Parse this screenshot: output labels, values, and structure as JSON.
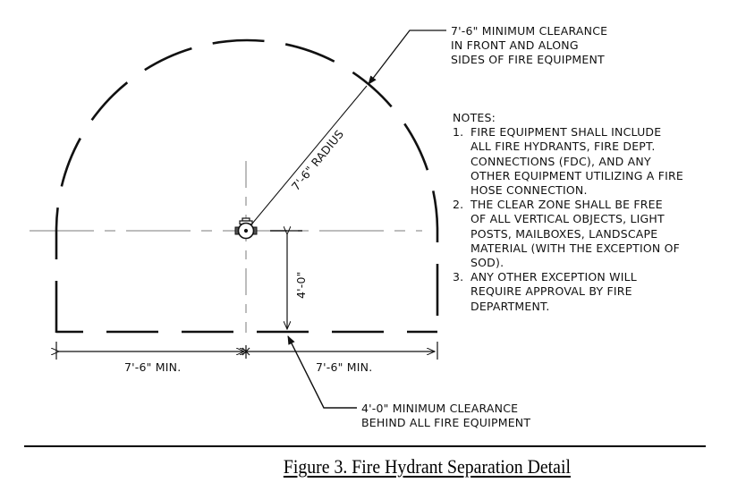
{
  "figure": {
    "caption": "Figure 3. Fire Hydrant Separation Detail",
    "colors": {
      "line": "#111111",
      "centerline": "#bdbdbd",
      "text": "#111111"
    }
  },
  "callouts": {
    "front_clearance": [
      "7'-6\" MINIMUM CLEARANCE",
      "IN FRONT AND ALONG",
      "SIDES OF FIRE EQUIPMENT"
    ],
    "rear_clearance": [
      "4'-0\" MINIMUM CLEARANCE",
      "BEHIND ALL FIRE EQUIPMENT"
    ]
  },
  "dimensions": {
    "radius_label": "7'-6\" RADIUS",
    "rear_depth_label": "4'-0\"",
    "left_width_label": "7'-6\" MIN.",
    "right_width_label": "7'-6\" MIN."
  },
  "notes": {
    "heading": "NOTES:",
    "items": [
      {
        "num": "1.",
        "lines": [
          "FIRE EQUIPMENT SHALL INCLUDE",
          "ALL FIRE HYDRANTS, FIRE DEPT.",
          "CONNECTIONS (FDC), AND ANY",
          "OTHER EQUIPMENT UTILIZING A FIRE",
          "HOSE CONNECTION."
        ]
      },
      {
        "num": "2.",
        "lines": [
          "THE CLEAR ZONE SHALL BE FREE",
          "OF ALL VERTICAL OBJECTS, LIGHT",
          "POSTS, MAILBOXES, LANDSCAPE",
          "MATERIAL (WITH THE EXCEPTION OF",
          "SOD)."
        ]
      },
      {
        "num": "3.",
        "lines": [
          "ANY OTHER EXCEPTION WILL",
          "REQUIRE APPROVAL BY FIRE",
          "DEPARTMENT."
        ]
      }
    ]
  },
  "icons": {
    "hydrant": "fire-hydrant-icon"
  }
}
